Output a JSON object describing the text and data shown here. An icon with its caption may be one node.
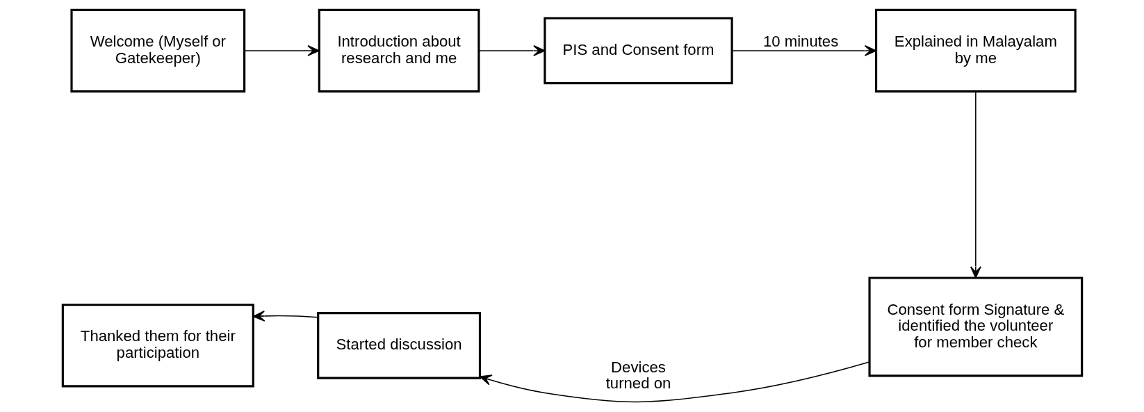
{
  "diagram": {
    "nodes": [
      {
        "text": [
          "Welcome (Myself or Gatekeeper)"
        ]
      },
      {
        "text": [
          "Introduction about research and me"
        ]
      },
      {
        "text": [
          "PIS and Consent form"
        ]
      },
      {
        "text": [
          "Explained in Malayalam by me"
        ]
      },
      {
        "text": [
          "Consent form Signature & identified the volunteer for member check"
        ]
      },
      {
        "text": [
          "Started discussion"
        ]
      },
      {
        "text": [
          "Thanked them for their participation"
        ]
      }
    ],
    "edges": [
      {
        "from": 0,
        "to": 1,
        "arrow": "to"
      },
      {
        "from": 1,
        "to": 2,
        "arrow": "to"
      },
      {
        "from": 2,
        "to": 3,
        "arrow": "to",
        "label": "10 minutes"
      },
      {
        "from": 3,
        "to": 4,
        "arrow": "to"
      },
      {
        "from": 4,
        "to": 5,
        "arrow": "to",
        "label": "Devices turned on"
      },
      {
        "from": 5,
        "to": 6,
        "arrow": "to"
      }
    ]
  }
}
